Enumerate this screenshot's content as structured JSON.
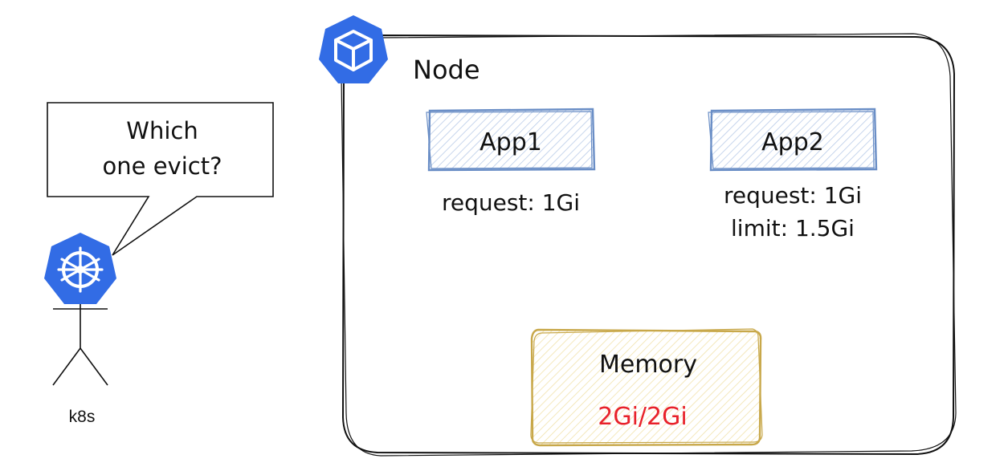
{
  "speech_bubble": {
    "line1": "Which",
    "line2": "one evict?"
  },
  "actor": {
    "label": "k8s",
    "icon": "kubernetes-helm-icon"
  },
  "node": {
    "title": "Node",
    "icon": "kubernetes-node-cube-icon"
  },
  "apps": [
    {
      "name": "App1",
      "details": [
        "request: 1Gi"
      ]
    },
    {
      "name": "App2",
      "details": [
        "request: 1Gi",
        "limit: 1.5Gi"
      ]
    }
  ],
  "memory": {
    "label": "Memory",
    "usage": "2Gi/2Gi"
  },
  "colors": {
    "kubernetes_blue": "#326ce5",
    "app_border": "#6a8ec6",
    "app_hatch": "#b9cbe8",
    "memory_border": "#c8a84a",
    "memory_hatch": "#f1e2ab",
    "usage_text": "#e8212b",
    "stroke": "#111111"
  }
}
